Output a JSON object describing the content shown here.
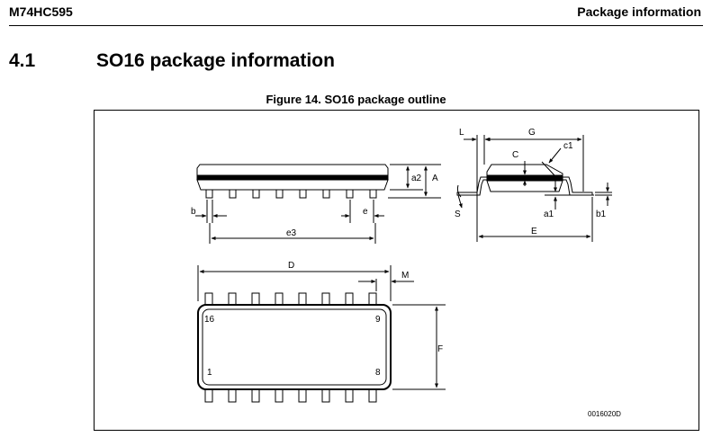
{
  "header": {
    "doc_id": "M74HC595",
    "section_name": "Package information"
  },
  "section": {
    "number": "4.1",
    "title": "SO16 package information"
  },
  "figure": {
    "caption": "Figure 14. SO16 package outline",
    "code": "0016020D",
    "dim_labels": {
      "a2": "a2",
      "A": "A",
      "b": "b",
      "e": "e",
      "e3": "e3",
      "L": "L",
      "G": "G",
      "C": "C",
      "c1": "c1",
      "S": "S",
      "a1": "a1",
      "b1": "b1",
      "E": "E",
      "D": "D",
      "M": "M",
      "F": "F"
    },
    "pin_labels": {
      "p16": "16",
      "p9": "9",
      "p1": "1",
      "p8": "8"
    }
  }
}
